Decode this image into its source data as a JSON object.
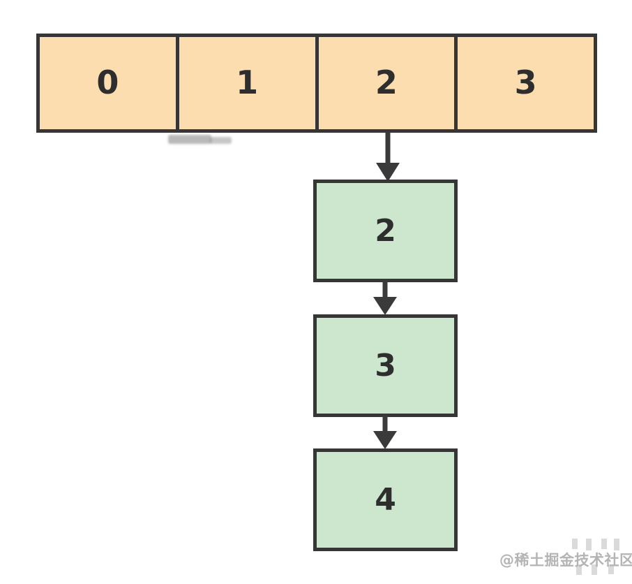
{
  "diagram": {
    "type": "array-with-linked-list-chaining",
    "array": {
      "cells": [
        "0",
        "1",
        "2",
        "3"
      ]
    },
    "linked_list": {
      "attached_to_cell": "2",
      "nodes": [
        "2",
        "3",
        "4"
      ]
    }
  },
  "icons": {
    "arrow_down_icon": "▼"
  },
  "watermark": {
    "text": "@稀土掘金技术社区"
  },
  "colors": {
    "array_fill": "#fbddaf",
    "node_fill": "#cde7ce",
    "stroke": "#363636",
    "arrow": "#3a3a3a",
    "number_text": "#2e2e2e",
    "watermark_text": "#b4b4b6"
  }
}
